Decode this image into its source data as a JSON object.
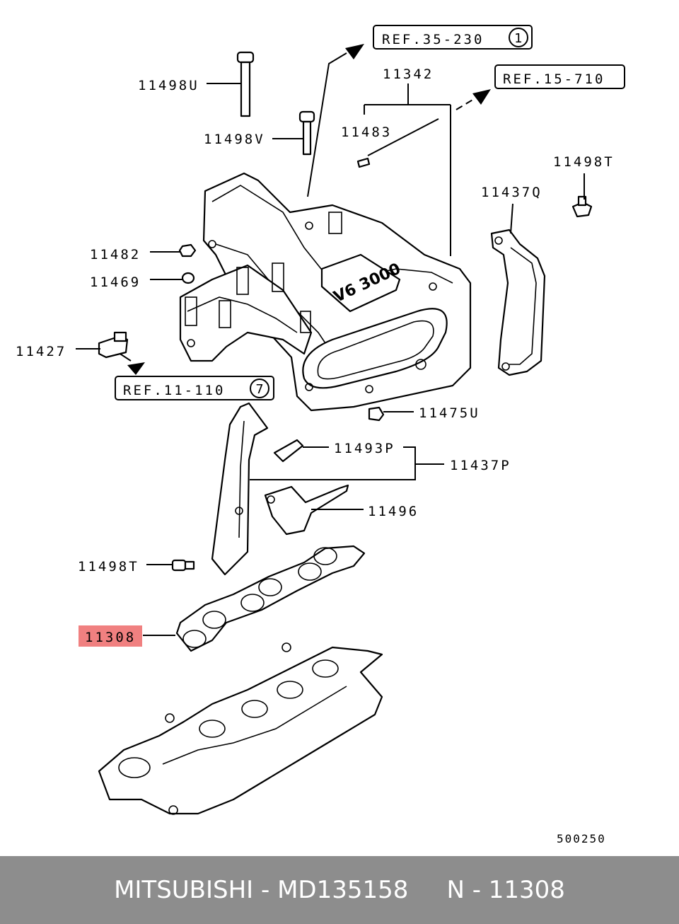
{
  "diagram": {
    "refs": {
      "ref1": {
        "text": "REF.35-230",
        "circle": "1"
      },
      "ref2": {
        "text": "REF.15-710"
      },
      "ref3": {
        "text": "REF.11-110",
        "circle": "7"
      }
    },
    "labels": {
      "p11498U": "11498U",
      "p11342": "11342",
      "p11498V": "11498V",
      "p11483": "11483",
      "p11498T_top": "11498T",
      "p11437Q": "11437Q",
      "p11482": "11482",
      "p11469": "11469",
      "p11427": "11427",
      "p11475U": "11475U",
      "p11493P": "11493P",
      "p11437P": "11437P",
      "p11496": "11496",
      "p11498T_bottom": "11498T",
      "p11308": "11308"
    },
    "highlight_color": "#f08080",
    "diagram_id": "500250"
  },
  "footer": {
    "brand": "MITSUBISHI",
    "part_number": "MD135158",
    "ref_code": "N - 11308",
    "background": "#8d8d8d"
  }
}
